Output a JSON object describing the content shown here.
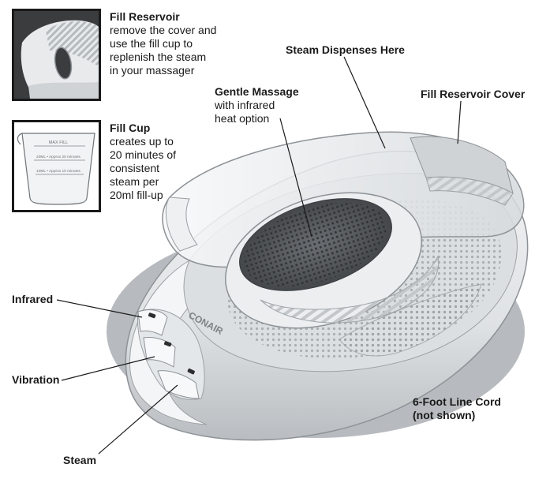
{
  "callouts": {
    "fill_reservoir": {
      "title": "Fill Reservoir",
      "lines": [
        "remove the cover and",
        "use the fill cup to",
        "replenish the steam",
        "in your massager"
      ]
    },
    "fill_cup": {
      "title": "Fill Cup",
      "lines": [
        "creates up to",
        "20 minutes of",
        "consistent",
        "steam per",
        "20ml fill-up"
      ]
    },
    "gentle_massage": {
      "title": "Gentle Massage",
      "lines": [
        "with infrared",
        "heat option"
      ]
    }
  },
  "labels": {
    "steam_dispenses": "Steam Dispenses Here",
    "fill_reservoir_cover": "Fill Reservoir Cover",
    "infrared": "Infrared",
    "vibration": "Vibration",
    "steam": "Steam",
    "line_cord": [
      "6-Foot Line Cord",
      "(not shown)"
    ]
  },
  "cup_markings": {
    "max_fill": "MAX FILL",
    "line_20ml": "20ML • Approx 20 minutes",
    "line_10ml": "10ML • Approx 10 minutes"
  },
  "device": {
    "brand": "CONAIR",
    "buttons": [
      "Infrared",
      "Vibration",
      "Steam"
    ]
  },
  "colors": {
    "line": "#1a1a1a",
    "inset_bg_dark": "#3a3a3a",
    "device_light": "#e9ebec",
    "device_mid": "#c9cdd0",
    "device_shadow": "#8d9296",
    "pad_dark": "#4e5256"
  }
}
